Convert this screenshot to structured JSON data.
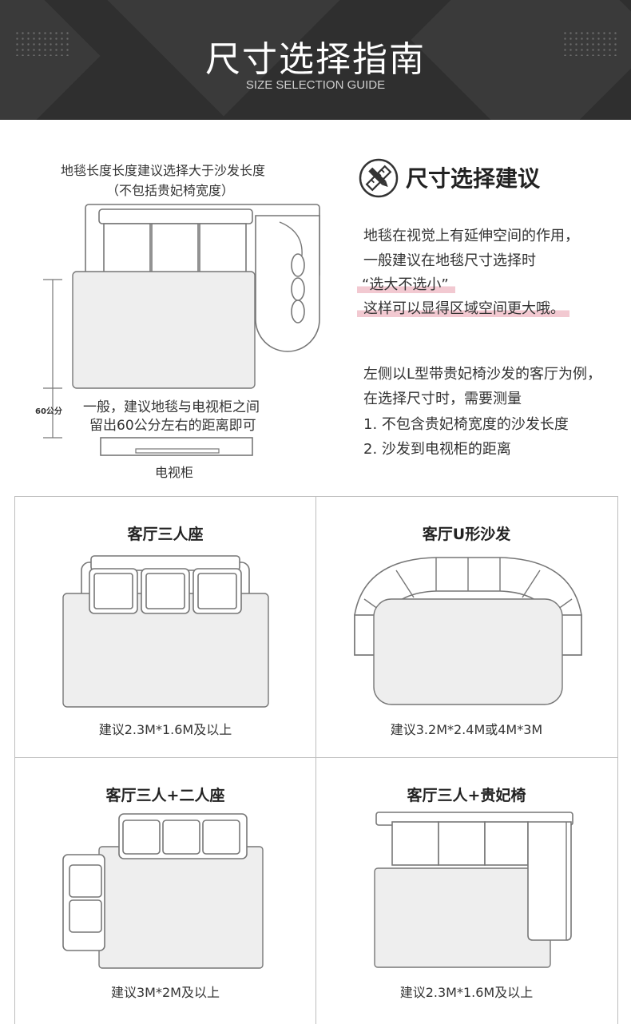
{
  "header": {
    "title": "尺寸选择指南",
    "subtitle": "SIZE SELECTION GUIDE"
  },
  "diagram": {
    "caption_line1": "地毯长度长度建议选择大于沙发长度",
    "caption_line2": "（不包括贵妃椅宽度）",
    "distance_label": "60公分",
    "note_line1": "一般，建议地毯与电视柜之间",
    "note_line2": "留出60公分左右的距离即可",
    "tv_label": "电视柜"
  },
  "advice": {
    "icon": "ruler-pencil-icon",
    "title": "尺寸选择建议",
    "lines": [
      "地毯在视觉上有延伸空间的作用，",
      "一般建议在地毯尺寸选择时",
      "“选大不选小”",
      "这样可以显得区域空间更大哦。",
      "左侧以L型带贵妃椅沙发的客厅为例，",
      "在选择尺寸时，需要测量",
      "1. 不包含贵妃椅宽度的沙发长度",
      "2. 沙发到电视柜的距离"
    ]
  },
  "cards": [
    {
      "title": "客厅三人座",
      "suggestion": "建议2.3M*1.6M及以上"
    },
    {
      "title": "客厅U形沙发",
      "suggestion": "建议3.2M*2.4M或4M*3M"
    },
    {
      "title": "客厅三人+二人座",
      "suggestion": "建议3M*2M及以上"
    },
    {
      "title": "客厅三人+贵妃椅",
      "suggestion": "建议2.3M*1.6M及以上"
    }
  ],
  "colors": {
    "header_bg": "#2f2f2f",
    "highlight": "#f2c9d1",
    "rug_fill": "#eeeeee"
  }
}
